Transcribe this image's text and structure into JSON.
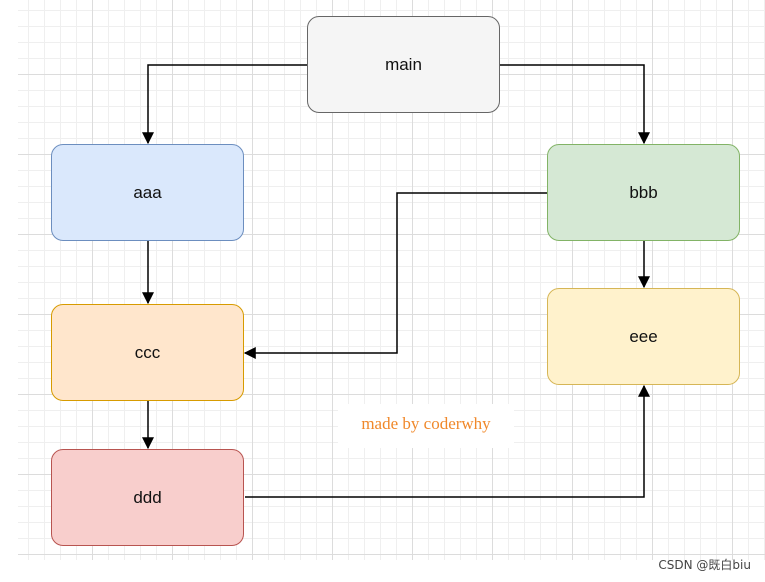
{
  "nodes": {
    "main": {
      "label": "main",
      "fill": "#f5f5f5",
      "stroke": "#666666"
    },
    "aaa": {
      "label": "aaa",
      "fill": "#dae8fc",
      "stroke": "#6c8ebf"
    },
    "bbb": {
      "label": "bbb",
      "fill": "#d5e8d4",
      "stroke": "#82b366"
    },
    "ccc": {
      "label": "ccc",
      "fill": "#ffe6cc",
      "stroke": "#d79b00"
    },
    "ddd": {
      "label": "ddd",
      "fill": "#f8cecc",
      "stroke": "#b85450"
    },
    "eee": {
      "label": "eee",
      "fill": "#fff2cc",
      "stroke": "#d6b656"
    }
  },
  "edges": [
    {
      "from": "main",
      "to": "aaa"
    },
    {
      "from": "main",
      "to": "bbb"
    },
    {
      "from": "aaa",
      "to": "ccc"
    },
    {
      "from": "bbb",
      "to": "ccc"
    },
    {
      "from": "bbb",
      "to": "eee"
    },
    {
      "from": "ccc",
      "to": "ddd"
    },
    {
      "from": "ddd",
      "to": "eee"
    }
  ],
  "watermark": "made by coderwhy",
  "credit": "CSDN @既白biu"
}
